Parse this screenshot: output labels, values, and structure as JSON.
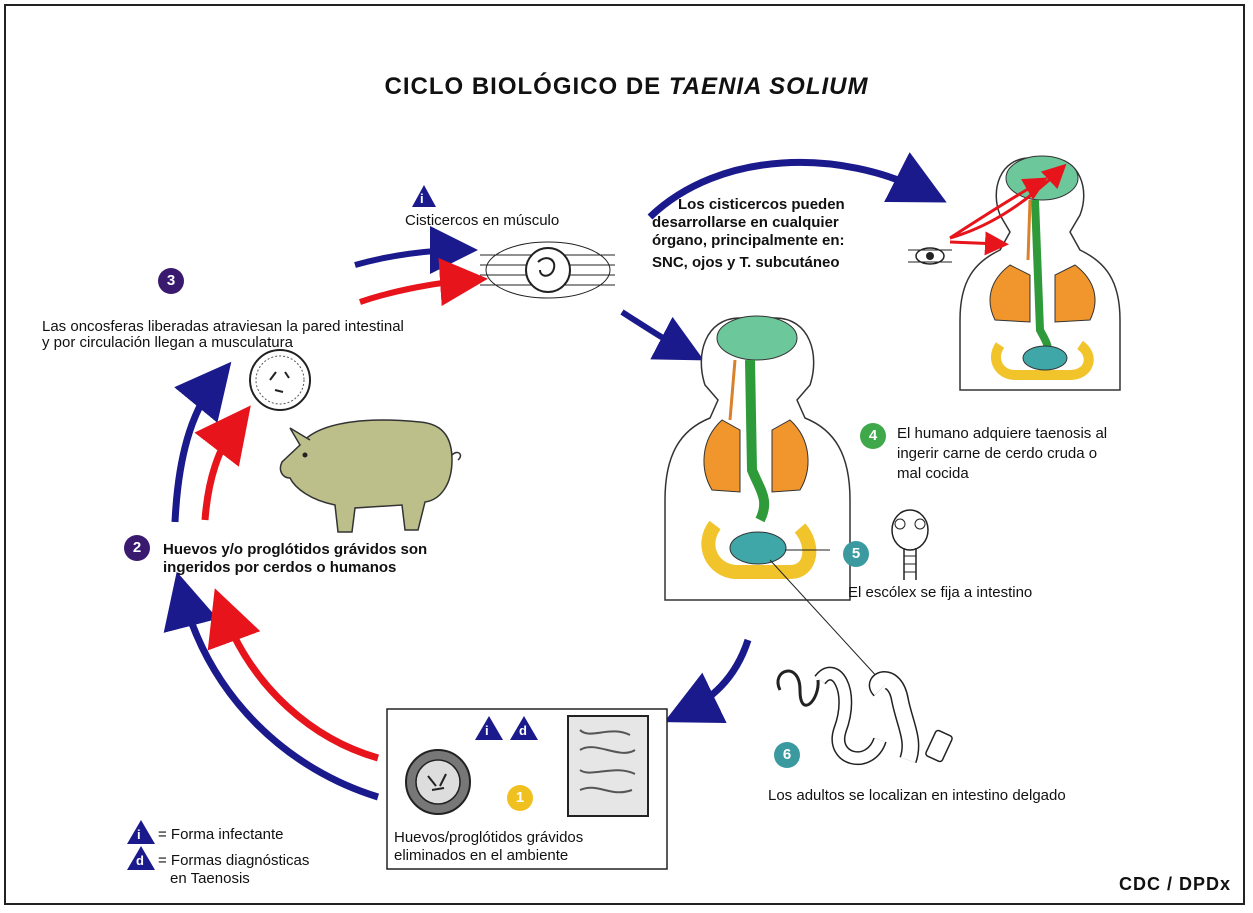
{
  "title_prefix": "CICLO BIOLÓGICO DE ",
  "title_species": "TAENIA SOLIUM",
  "credit": "CDC / DPDx",
  "stages": {
    "s1": {
      "number": "1",
      "text_lines": [
        "Huevos/proglótidos grávidos",
        "eliminados en el ambiente"
      ]
    },
    "s2": {
      "number": "2",
      "text_lines": [
        "Huevos y/o proglótidos grávidos son",
        "ingeridos por cerdos o humanos"
      ]
    },
    "s3": {
      "number": "3",
      "text_lines": [
        "Las oncosferas liberadas atraviesan la pared intestinal",
        "y por circulación llegan a musculatura"
      ]
    },
    "s4": {
      "number": "4",
      "text_lines": [
        "El humano adquiere taenosis al",
        "ingerir carne de cerdo cruda o",
        "mal cocida"
      ]
    },
    "s5": {
      "number": "5",
      "text_lines": [
        "El escólex se fija a intestino"
      ]
    },
    "s6": {
      "number": "6",
      "text_lines": [
        "Los adultos se localizan en intestino delgado"
      ]
    }
  },
  "cysticerci_label": "Cisticercos   en músculo",
  "cysticerci_spread_lines": [
    "Los cisticercos pueden",
    "desarrollarse en cualquier",
    "órgano, principalmente en:",
    "SNC, ojos y T. subcutáneo"
  ],
  "legend": {
    "i_symbol": "i",
    "d_symbol": "d",
    "i_text": "= Forma infectante",
    "d_text_lines": [
      "= Formas diagnósticas",
      "en Taenosis"
    ]
  },
  "colors": {
    "blue_arrow": "#1a1a8c",
    "red_arrow": "#e8141c",
    "badge_purple": "#3a1a6e",
    "badge_green": "#3ea84a",
    "badge_teal": "#3a9aa0",
    "badge_yellow": "#f0c020",
    "brain": "#6cc79a",
    "lungs": "#f0962c",
    "gut_green": "#2f9a3a",
    "colon": "#f2c42c",
    "small_intestine": "#3fa7a8",
    "pig": "#bcbf8a"
  }
}
